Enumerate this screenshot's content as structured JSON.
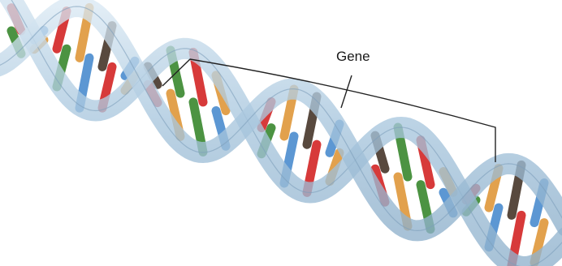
{
  "diagram": {
    "label": "Gene",
    "colors": {
      "backbone": "#aac9e0",
      "backbone_edge": "#7d9fba",
      "bracket": "#222222",
      "base_red": "#d42a2a",
      "base_green": "#3d8a32",
      "base_blue": "#4f8fd0",
      "base_orange": "#e09a3e",
      "base_dark": "#4a3a2e"
    },
    "elements": [
      {
        "name": "dna-double-helix"
      },
      {
        "name": "gene-bracket"
      }
    ]
  }
}
